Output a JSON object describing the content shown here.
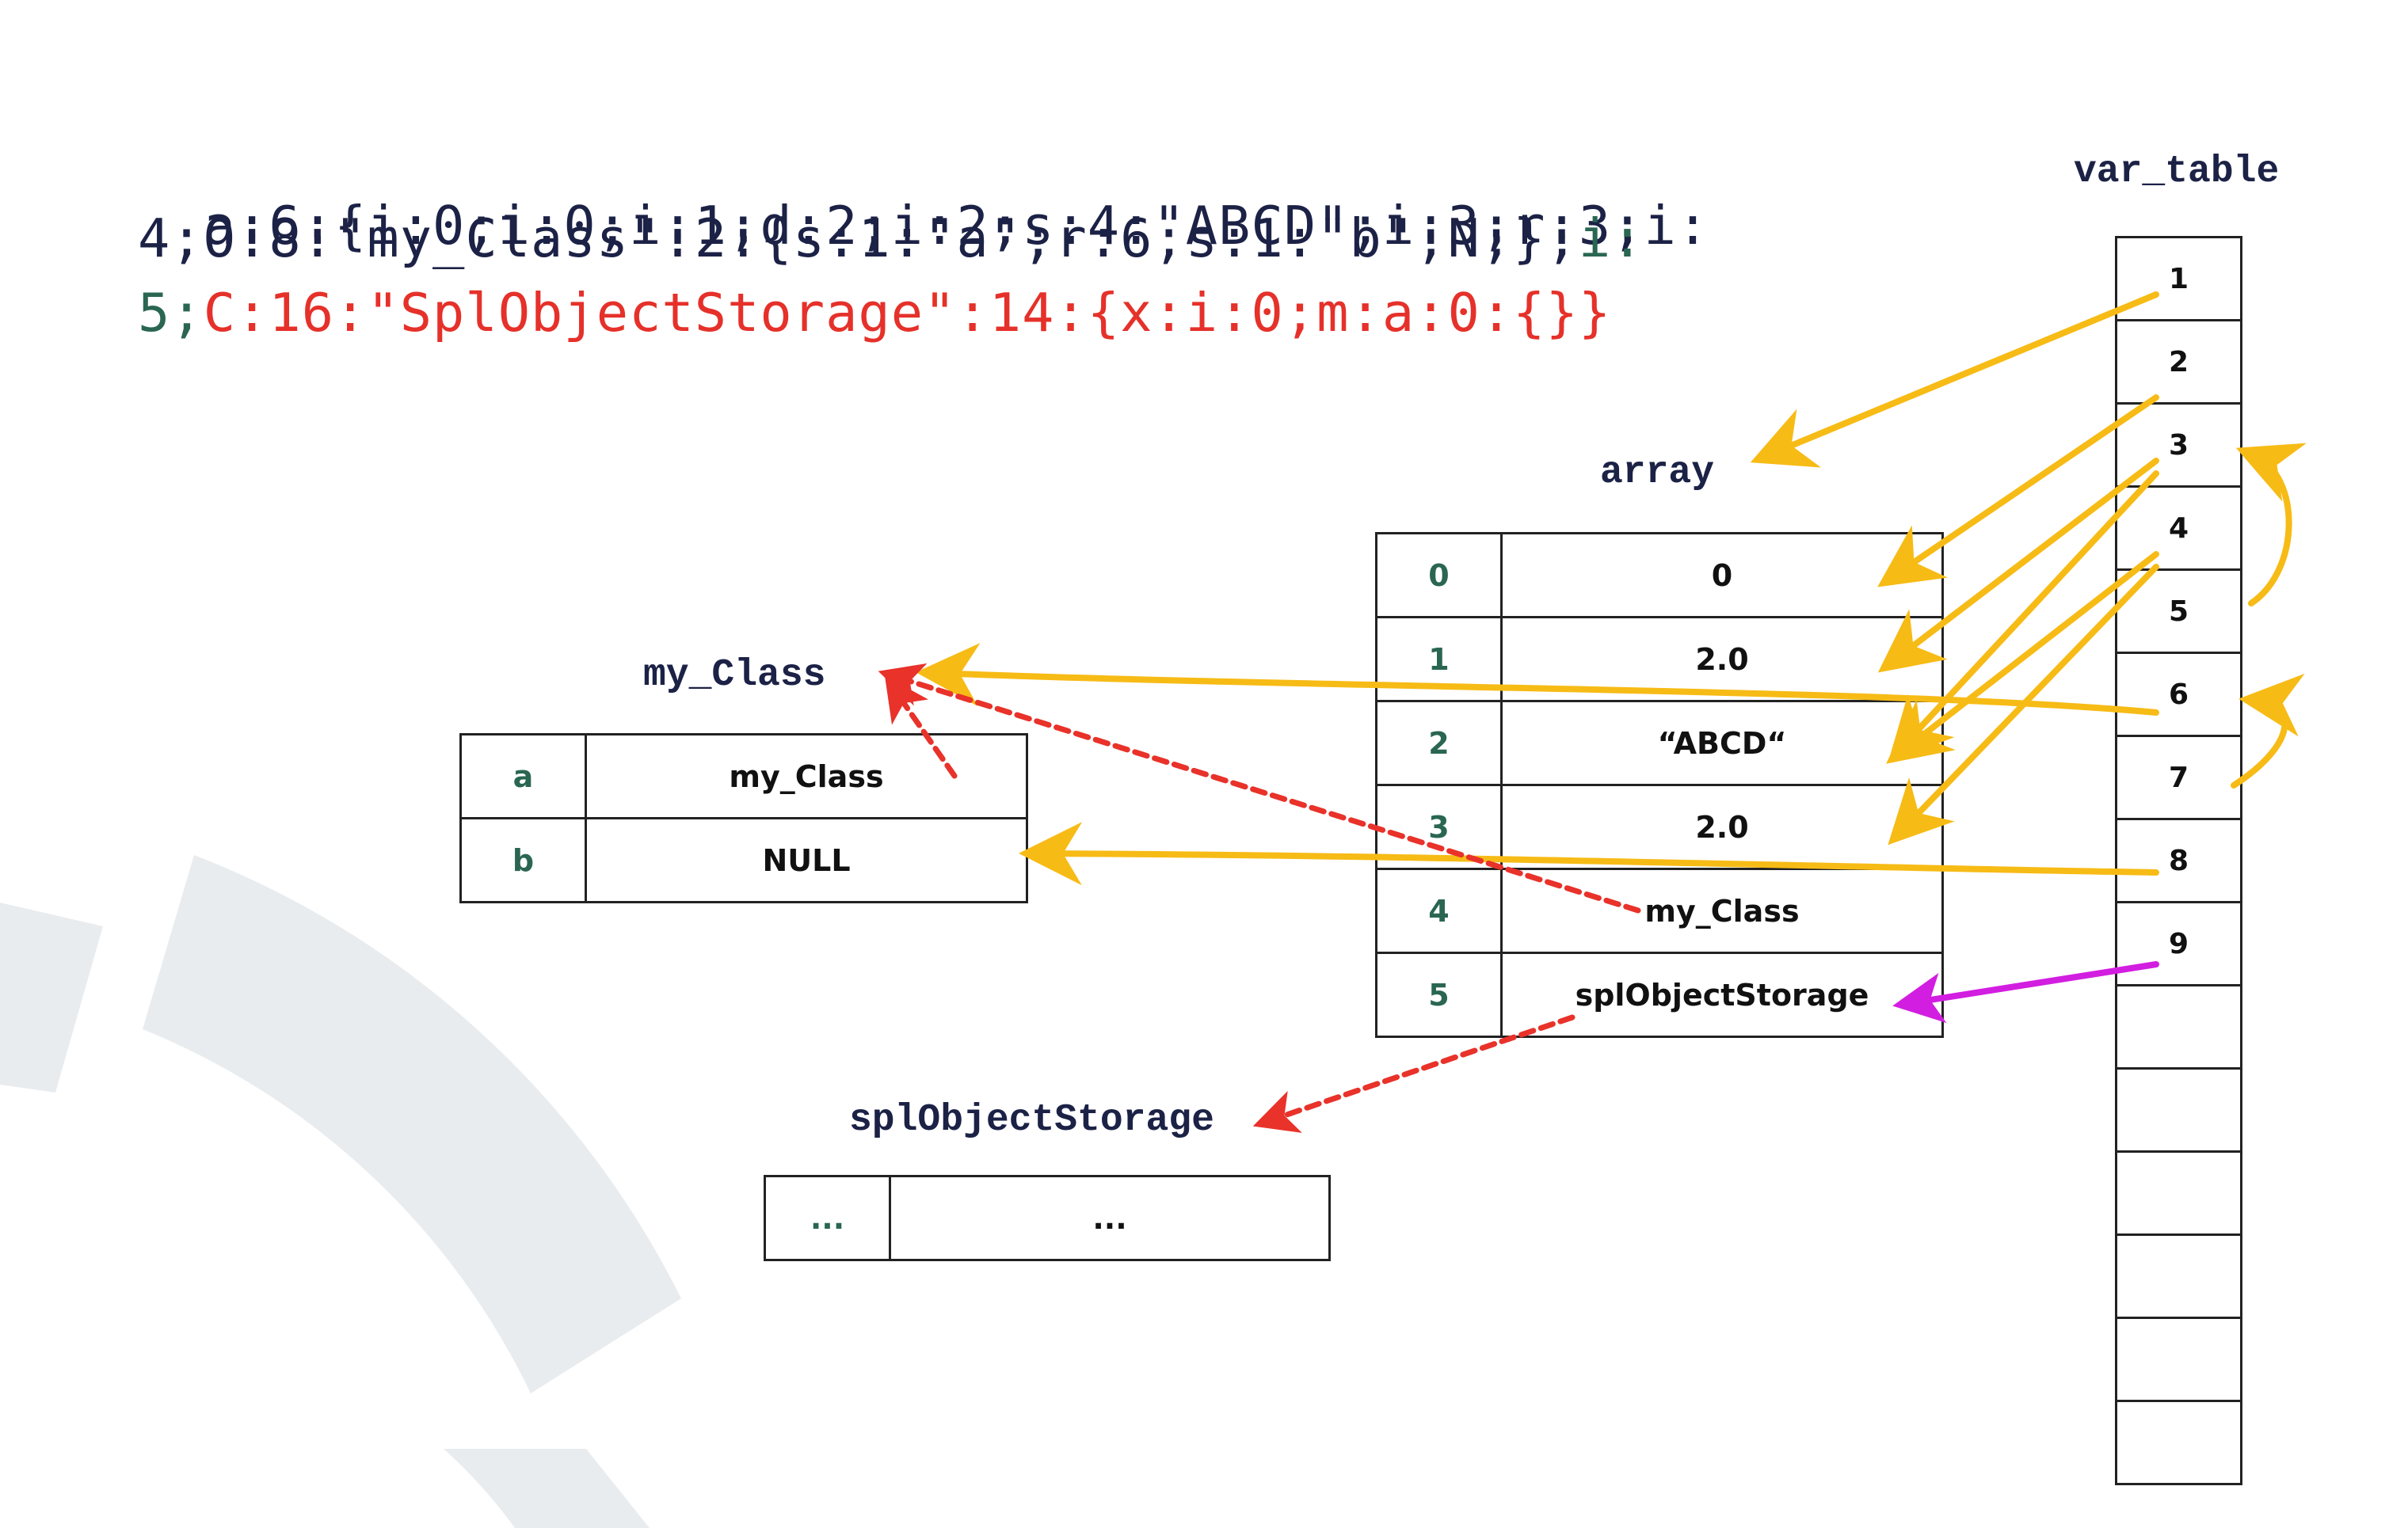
{
  "serialized": {
    "line1": "a:6:{i:0;i:0;i:1;d:2;i:2;s:4:\"ABCD\";i:3;r:3;i:",
    "line2_navy": "4;O:8:\"my_Class\":2:{s:1:\"a\";r:6;s:1:\"b\";N;};",
    "line2_green": "i:",
    "line3_green": "5;",
    "line3_red": "C:16:\"SplObjectStorage\":14:{x:i:0;m:a:0:{}}"
  },
  "var_table": {
    "title": "var_table",
    "slots": [
      "1",
      "2",
      "3",
      "4",
      "5",
      "6",
      "7",
      "8",
      "9",
      "",
      "",
      "",
      "",
      "",
      ""
    ]
  },
  "array": {
    "title": "array",
    "rows": [
      {
        "index": "0",
        "value": "0"
      },
      {
        "index": "1",
        "value": "2.0"
      },
      {
        "index": "2",
        "value": "“ABCD“"
      },
      {
        "index": "3",
        "value": "2.0"
      },
      {
        "index": "4",
        "value": "my_Class"
      },
      {
        "index": "5",
        "value": "splObjectStorage"
      }
    ]
  },
  "my_class": {
    "title": "my_Class",
    "rows": [
      {
        "key": "a",
        "value": "my_Class"
      },
      {
        "key": "b",
        "value": "NULL"
      }
    ]
  },
  "spl_storage": {
    "title": "splObjectStorage",
    "rows": [
      {
        "key": "...",
        "value": "..."
      }
    ]
  },
  "colors": {
    "reference_arrow": "#f7bb16",
    "object_link_arrow": "#e8322a",
    "spl_arrow": "#d21ee0",
    "index_text": "#2a6652",
    "code_navy": "#1c2246",
    "code_red": "#e5312a"
  }
}
